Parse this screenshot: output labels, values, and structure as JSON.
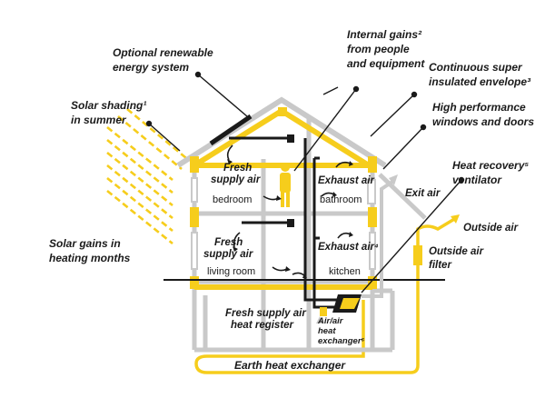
{
  "labels": {
    "renewable": [
      "Optional renewable",
      "energy system"
    ],
    "internal_gains": [
      "Internal gains²",
      "from people",
      "and equipment"
    ],
    "envelope": [
      "Continuous super",
      "insulated envelope³"
    ],
    "windows": [
      "High performance",
      "windows and doors"
    ],
    "solar_shading": [
      "Solar shading¹",
      "in summer"
    ],
    "solar_gains": [
      "Solar gains in",
      "heating months"
    ],
    "hrv": [
      "Heat recovery⁵",
      "ventilator"
    ],
    "exit_air": "Exit air",
    "outside_air": "Outside air",
    "outside_air_filter": [
      "Outside air",
      "filter"
    ],
    "fresh_supply_upper": [
      "Fresh",
      "supply air"
    ],
    "fresh_supply_lower": [
      "Fresh",
      "supply air"
    ],
    "exhaust_upper": "Exhaust air",
    "exhaust_lower": "Exhaust air⁴",
    "bedroom": "bedroom",
    "bathroom": "bathroom",
    "living_room": "living room",
    "kitchen": "kitchen",
    "fresh_register": [
      "Fresh supply air",
      "heat register"
    ],
    "air_exchanger": [
      "Air/air",
      "heat",
      "exchanger⁶"
    ],
    "earth_hx": "Earth heat exchanger"
  },
  "colors": {
    "insulation": "#f6cd1c",
    "wall": "#c9c9c9",
    "duct": "#1a1a1a",
    "sun": "#f6cd1c"
  }
}
